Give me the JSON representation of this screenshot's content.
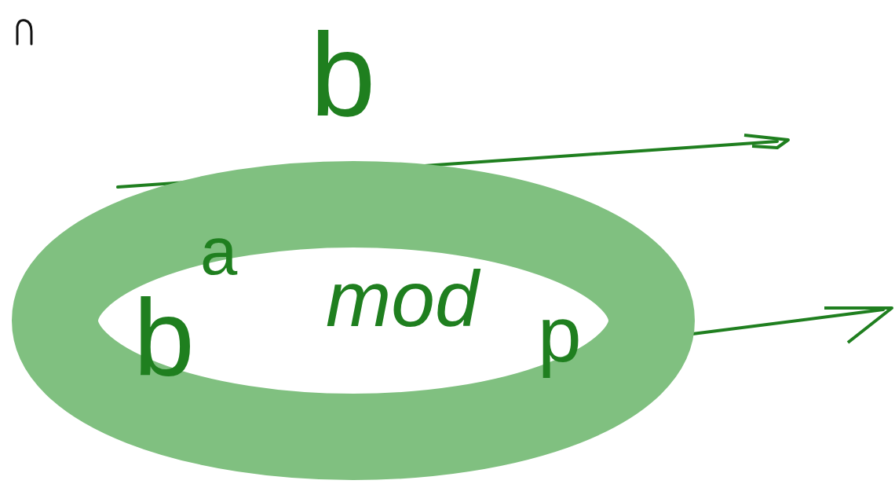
{
  "diagram": {
    "nodes": [
      {
        "text": [
          "b",
          "a",
          "mod",
          "p"
        ]
      }
    ],
    "labels": [
      "b"
    ]
  }
}
